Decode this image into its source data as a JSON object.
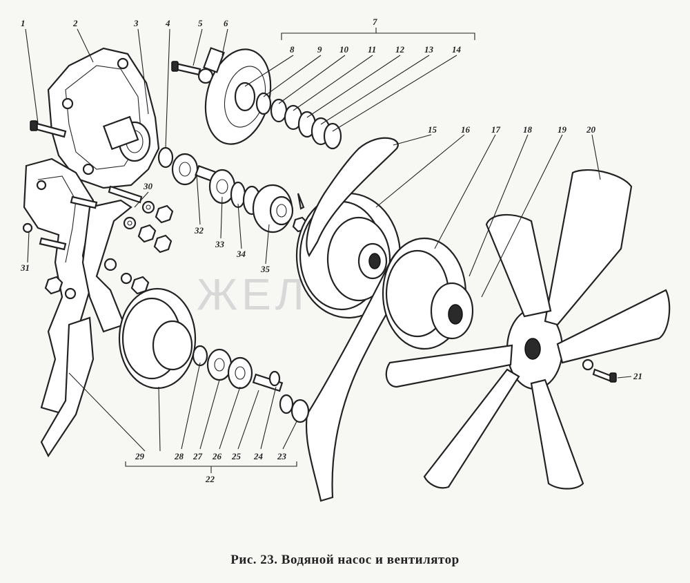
{
  "figure": {
    "caption": "Рис. 23. Водяной насос и вентилятор",
    "watermark": "ЖЕЛ",
    "part_labels": {
      "p1": "1",
      "p2": "2",
      "p3": "3",
      "p4": "4",
      "p5": "5",
      "p6": "6",
      "p7": "7",
      "p8": "8",
      "p9": "9",
      "p10": "10",
      "p11": "11",
      "p12": "12",
      "p13": "13",
      "p14": "14",
      "p15": "15",
      "p16": "16",
      "p17": "17",
      "p18": "18",
      "p19": "19",
      "p20": "20",
      "p21": "21",
      "p22": "22",
      "p23": "23",
      "p24": "24",
      "p25": "25",
      "p26": "26",
      "p27": "27",
      "p28": "28",
      "p29": "29",
      "p30": "30",
      "p31": "31",
      "p32": "32",
      "p33": "33",
      "p34": "34",
      "p35": "35"
    }
  }
}
